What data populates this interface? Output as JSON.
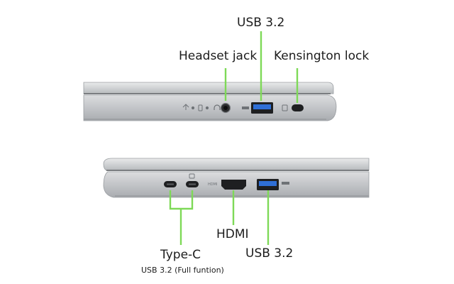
{
  "labels": {
    "usb_top": "USB 3.2",
    "headset": "Headset jack",
    "kensington": "Kensington lock",
    "hdmi": "HDMI",
    "usb_bottom": "USB 3.2",
    "typec": "Type-C",
    "typec_sub": "USB 3.2 (Full funtion)"
  },
  "colors": {
    "callout": "#7ed957",
    "usb_blue": "#2f6fd6",
    "chassis": "#c9cbcd",
    "chassis_dark": "#9c9fa3",
    "port_dark": "#1e1f21"
  },
  "icons": {
    "side_leds": "power-battery-led-icons",
    "headset": "headset-icon",
    "usb": "usb-symbol-icon",
    "lock": "lock-icon",
    "hdmi": "hdmi-text-icon",
    "thunderbolt": "typec-icon"
  }
}
